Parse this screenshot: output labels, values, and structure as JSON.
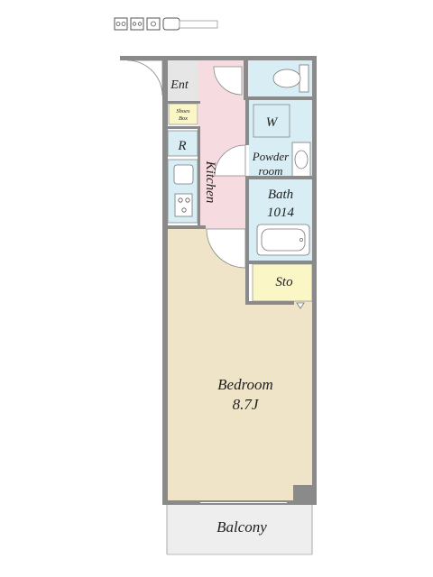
{
  "legend_icons": [
    {
      "name": "gas-stove-icon"
    },
    {
      "name": "ih-stove-icon"
    },
    {
      "name": "electric-stove-icon"
    },
    {
      "name": "washer-icon"
    }
  ],
  "rooms": {
    "entrance": {
      "label": "Ent"
    },
    "shoes_box": {
      "line1": "Shoes",
      "line2": "Box"
    },
    "refrigerator": {
      "label": "R"
    },
    "kitchen": {
      "label": "Kitchen"
    },
    "washer": {
      "label": "W"
    },
    "powder_room": {
      "line1": "Powder",
      "line2": "room"
    },
    "bath": {
      "line1": "Bath",
      "line2": "1014"
    },
    "storage": {
      "label": "Sto"
    },
    "bedroom": {
      "line1": "Bedroom",
      "line2": "8.7J"
    },
    "balcony": {
      "label": "Balcony"
    }
  },
  "colors": {
    "wall": "#8a8a8a",
    "kitchen_floor": "#f6dce0",
    "wet_area": "#d8eef4",
    "bedroom_floor": "#efe4c8",
    "storage": "#fbf6c6",
    "entrance": "#e6e6e6",
    "balcony": "#eeeeee"
  }
}
